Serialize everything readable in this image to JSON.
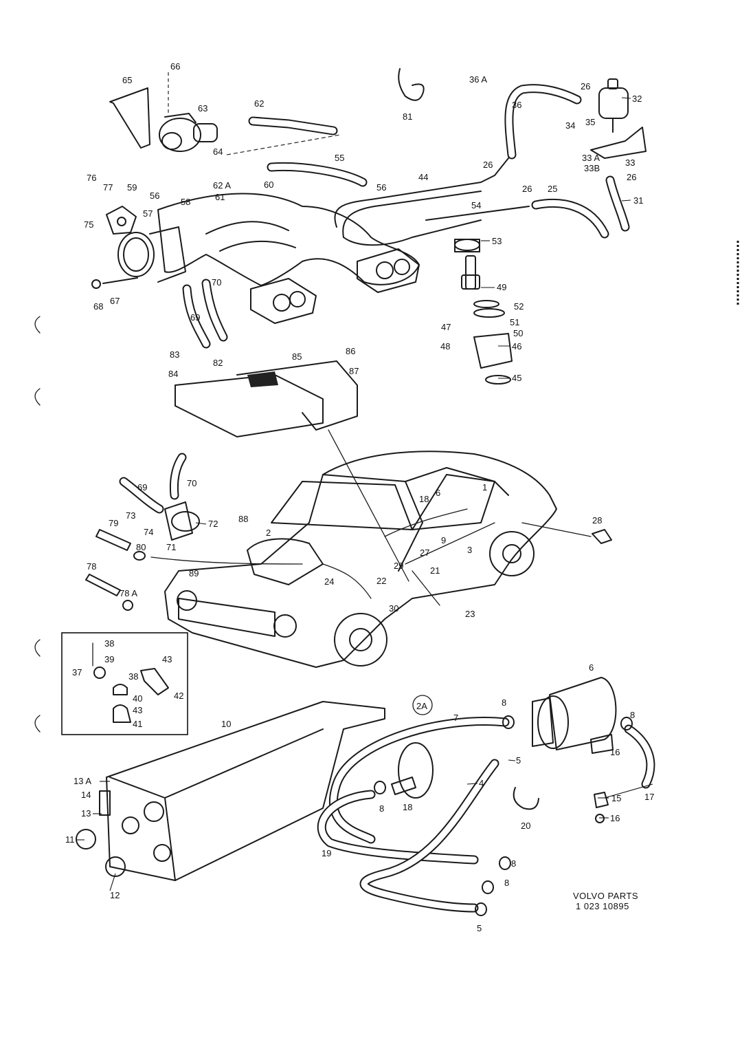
{
  "footer": {
    "brand_line": "VOLVO PARTS",
    "code_line": "1  023  10895"
  },
  "group_marker": "2A",
  "callouts": {
    "c66": "66",
    "c65": "65",
    "c63": "63",
    "c64": "64",
    "c62": "62",
    "c62a": "62 A",
    "c61": "61",
    "c81": "81",
    "c36a": "36 A",
    "c36": "36",
    "c26a": "26",
    "c32": "32",
    "c34": "34",
    "c35": "35",
    "c33a": "33 A",
    "c33b": "33B",
    "c33": "33",
    "c26b": "26",
    "c26c": "26",
    "c31": "31",
    "c55": "55",
    "c56a": "56",
    "c44": "44",
    "c26d": "26",
    "c25": "25",
    "c54": "54",
    "c53": "53",
    "c76": "76",
    "c77": "77",
    "c59": "59",
    "c56b": "56",
    "c58": "58",
    "c57": "57",
    "c60": "60",
    "c75": "75",
    "c68": "68",
    "c67": "67",
    "c70a": "70",
    "c69a": "69",
    "c49": "49",
    "c52": "52",
    "c47": "47",
    "c51": "51",
    "c50": "50",
    "c48": "48",
    "c46": "46",
    "c45": "45",
    "c83": "83",
    "c84": "84",
    "c82": "82",
    "c85": "85",
    "c86": "86",
    "c87": "87",
    "c70b": "70",
    "c69b": "69",
    "c73": "73",
    "c74": "74",
    "c72": "72",
    "c79": "79",
    "c80": "80",
    "c71": "71",
    "c88": "88",
    "c2": "2",
    "c18a": "18",
    "c6a": "6",
    "c1": "1",
    "c28": "28",
    "c9": "9",
    "c3": "3",
    "c27": "27",
    "c21": "21",
    "c78": "78",
    "c89": "89",
    "c24": "24",
    "c29": "29",
    "c22": "22",
    "c30": "30",
    "c23": "23",
    "c78a": "78 A",
    "c38a": "38",
    "c39": "39",
    "c43a": "43",
    "c37": "37",
    "c38b": "38",
    "c42": "42",
    "c40": "40",
    "c43b": "43",
    "c41": "41",
    "c6b": "6",
    "c10": "10",
    "c8a": "8",
    "c7": "7",
    "c8b": "8",
    "c5a": "5",
    "c16a": "16",
    "c4": "4",
    "c13a": "13 A",
    "c14": "14",
    "c13": "13",
    "c8c": "8",
    "c18b": "18",
    "c15": "15",
    "c17": "17",
    "c16b": "16",
    "c20": "20",
    "c11": "11",
    "c19": "19",
    "c12": "12",
    "c8d": "8",
    "c8e": "8",
    "c5b": "5"
  }
}
